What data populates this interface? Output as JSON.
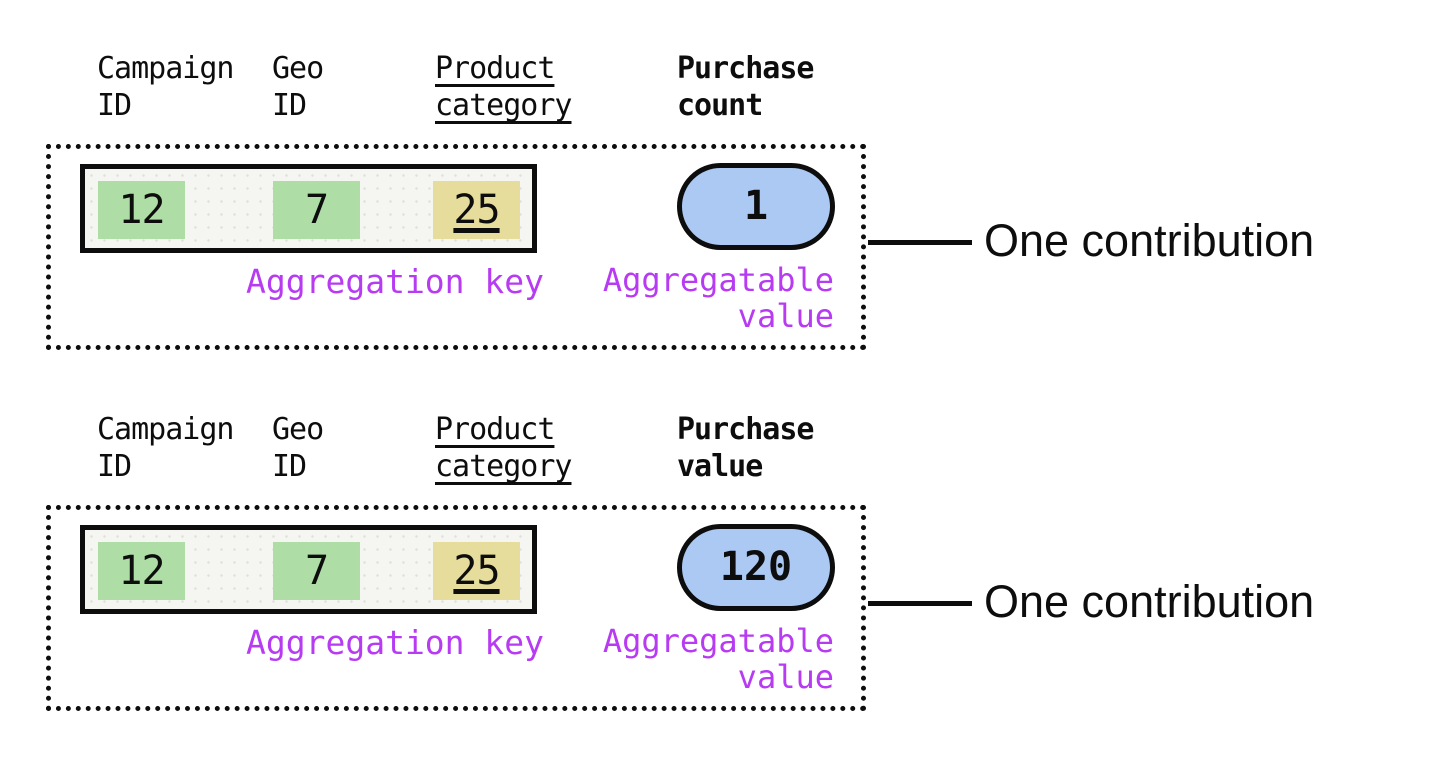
{
  "colors": {
    "ink": "#0d0d0d",
    "highlight_green": "#aedda6",
    "highlight_yellow": "#e6dc9b",
    "pill_blue": "#abc9f3",
    "label_purple": "#b73bf2",
    "record_bg": "#f5f5f2"
  },
  "contributions": [
    {
      "columns": [
        {
          "label": "Campaign\nID"
        },
        {
          "label": "Geo\nID"
        },
        {
          "label": "Product\ncategory"
        },
        {
          "label": "Purchase\ncount"
        }
      ],
      "key_cells": [
        {
          "value": "12"
        },
        {
          "value": "7"
        },
        {
          "value": "25"
        }
      ],
      "aggregatable_value": "1",
      "aggregation_key_label": "Aggregation key",
      "aggregatable_value_label": "Aggregatable\nvalue",
      "callout": "One contribution"
    },
    {
      "columns": [
        {
          "label": "Campaign\nID"
        },
        {
          "label": "Geo\nID"
        },
        {
          "label": "Product\ncategory"
        },
        {
          "label": "Purchase\nvalue"
        }
      ],
      "key_cells": [
        {
          "value": "12"
        },
        {
          "value": "7"
        },
        {
          "value": "25"
        }
      ],
      "aggregatable_value": "120",
      "aggregation_key_label": "Aggregation key",
      "aggregatable_value_label": "Aggregatable\nvalue",
      "callout": "One contribution"
    }
  ]
}
